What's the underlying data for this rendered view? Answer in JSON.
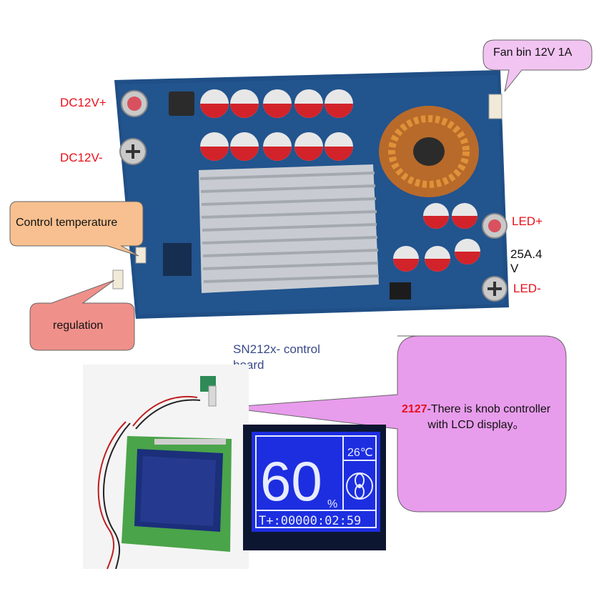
{
  "labels": {
    "dc_plus": "DC12V+",
    "dc_minus": "DC12V-",
    "led_plus": "LED+",
    "led_minus": "LED-",
    "current_line1": "25A.4",
    "current_line2": "V",
    "board_caption_line1": "SN212x- control",
    "board_caption_line2": "board"
  },
  "callouts": {
    "fan": "Fan bin 12V 1A",
    "control_temp": "Control temperature",
    "regulation": "regulation",
    "model_highlight": "2127",
    "model_desc_line1": "-There is knob controller",
    "model_desc_line2": "with LCD display。"
  },
  "lcd": {
    "percent_value": "60",
    "percent_sign": "%",
    "temperature": "26℃",
    "timer": "T+:00000:02:59"
  },
  "colors": {
    "label_red": "#e8101a",
    "caption_blue": "#3a4a8a",
    "bubble_fan": "#f2c4f2",
    "bubble_temp": "#f8c090",
    "bubble_reg": "#f0908a",
    "bubble_model": "#e89cec",
    "pcb_blue": "#1f4f86",
    "lcd_blue": "#1d2ee0"
  }
}
